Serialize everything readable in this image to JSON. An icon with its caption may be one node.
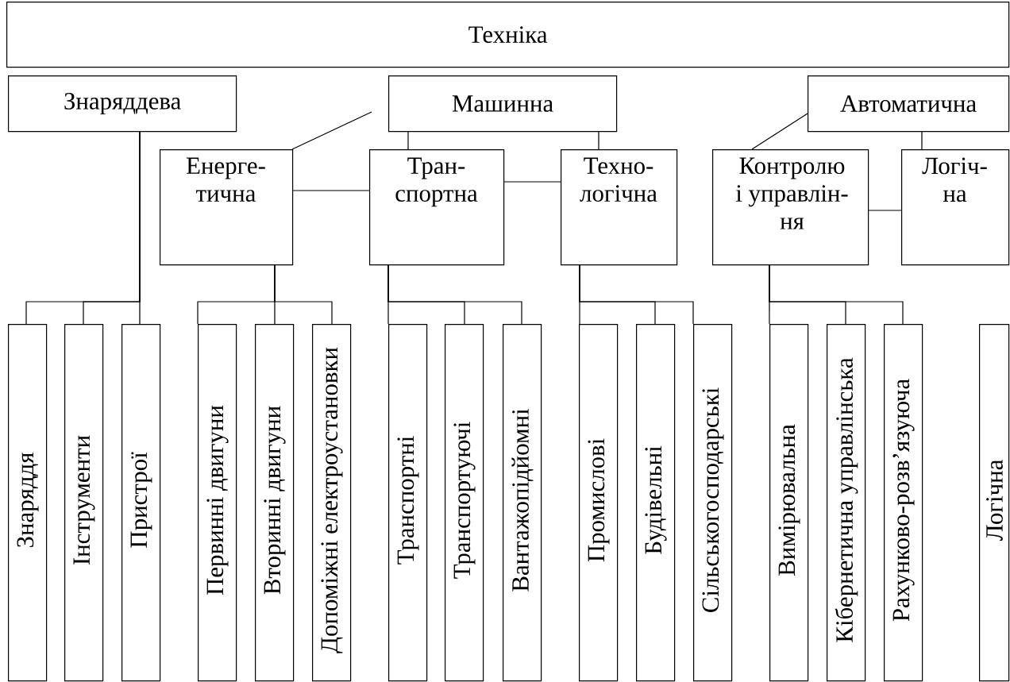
{
  "diagram": {
    "nodes": [
      {
        "text": [
          "Техніка"
        ]
      },
      {
        "text": [
          "Знаряддева"
        ]
      },
      {
        "text": [
          "Машинна"
        ]
      },
      {
        "text": [
          "Автоматична"
        ]
      },
      {
        "text": [
          "Енерге- тична"
        ]
      },
      {
        "text": [
          "Тран- спортна"
        ]
      },
      {
        "text": [
          "Техно- логічна"
        ]
      },
      {
        "text": [
          "Контролю і управлін- ня"
        ]
      },
      {
        "text": [
          "Логіч- на"
        ]
      },
      {
        "text": [
          "Знаряддя"
        ]
      },
      {
        "text": [
          "Інструменти"
        ]
      },
      {
        "text": [
          "Пристрої"
        ]
      },
      {
        "text": [
          "Первинні двигуни"
        ]
      },
      {
        "text": [
          "Вторинні двигуни"
        ]
      },
      {
        "text": [
          "Допоміжні електроустановки"
        ]
      },
      {
        "text": [
          "Транспортні"
        ]
      },
      {
        "text": [
          "Транспортуючі"
        ]
      },
      {
        "text": [
          "Вантажопідйомні"
        ]
      },
      {
        "text": [
          "Промислові"
        ]
      },
      {
        "text": [
          "Будівельні"
        ]
      },
      {
        "text": [
          "Сільськогосподарські"
        ]
      },
      {
        "text": [
          "Вимірювальна"
        ]
      },
      {
        "text": [
          "Кібернетична управлінська"
        ]
      },
      {
        "text": [
          "Рахунково-розв’язуюча"
        ]
      },
      {
        "text": [
          "Логічна"
        ]
      }
    ],
    "edges": [
      {
        "from": 2,
        "to": 4,
        "arrow": "none"
      },
      {
        "from": 2,
        "to": 5,
        "arrow": "none"
      },
      {
        "from": 2,
        "to": 6,
        "arrow": "none"
      },
      {
        "from": 4,
        "to": 5,
        "arrow": "none"
      },
      {
        "from": 5,
        "to": 6,
        "arrow": "none"
      },
      {
        "from": 3,
        "to": 7,
        "arrow": "none"
      },
      {
        "from": 3,
        "to": 8,
        "arrow": "none"
      },
      {
        "from": 7,
        "to": 8,
        "arrow": "none"
      },
      {
        "from": 1,
        "to": 9,
        "arrow": "none"
      },
      {
        "from": 1,
        "to": 10,
        "arrow": "none"
      },
      {
        "from": 1,
        "to": 11,
        "arrow": "none"
      },
      {
        "from": 4,
        "to": 12,
        "arrow": "none"
      },
      {
        "from": 4,
        "to": 13,
        "arrow": "none"
      },
      {
        "from": 4,
        "to": 14,
        "arrow": "none"
      },
      {
        "from": 5,
        "to": 15,
        "arrow": "none"
      },
      {
        "from": 5,
        "to": 16,
        "arrow": "none"
      },
      {
        "from": 5,
        "to": 17,
        "arrow": "none"
      },
      {
        "from": 6,
        "to": 18,
        "arrow": "none"
      },
      {
        "from": 6,
        "to": 19,
        "arrow": "none"
      },
      {
        "from": 6,
        "to": 20,
        "arrow": "none"
      },
      {
        "from": 7,
        "to": 21,
        "arrow": "none"
      },
      {
        "from": 7,
        "to": 22,
        "arrow": "none"
      },
      {
        "from": 7,
        "to": 23,
        "arrow": "none"
      }
    ]
  }
}
